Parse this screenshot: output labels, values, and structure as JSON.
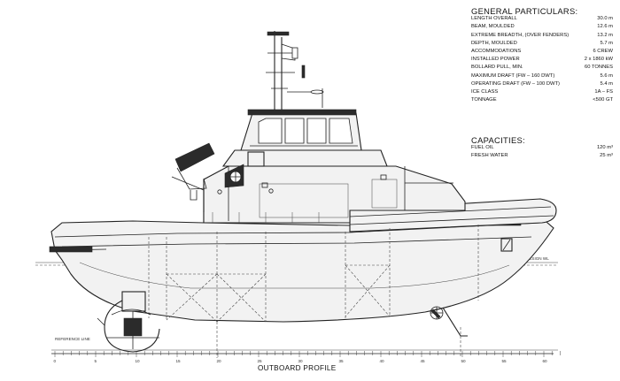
{
  "general": {
    "heading": "GENERAL PARTICULARS:",
    "rows": [
      {
        "label": "LENGTH OVERALL",
        "value": "30.0 m"
      },
      {
        "label": "BEAM, MOULDED",
        "value": "12.6 m"
      },
      {
        "label": "EXTREME BREADTH, (OVER FENDERS)",
        "value": "13.2 m"
      },
      {
        "label": "DEPTH, MOULDED",
        "value": "5.7 m"
      },
      {
        "label": "ACCOMMODATIONS",
        "value": "6 CREW"
      },
      {
        "label": "INSTALLED POWER",
        "value": "2 x 1860 kW"
      },
      {
        "label": "BOLLARD PULL, MIN.",
        "value": "60 TONNES"
      },
      {
        "label": "MAXIMUM DRAFT (FW – 160 DWT)",
        "value": "5.6 m"
      },
      {
        "label": "OPERATING DRAFT (FW – 100 DWT)",
        "value": "5.4 m"
      },
      {
        "label": "ICE CLASS",
        "value": "1A – FS"
      },
      {
        "label": "TONNAGE",
        "value": "<500 GT"
      }
    ]
  },
  "capacities": {
    "heading": "CAPACITIES:",
    "rows": [
      {
        "label": "FUEL OIL",
        "value": "120 m³"
      },
      {
        "label": "FRESH WATER",
        "value": "25 m³"
      }
    ]
  },
  "drawing": {
    "caption": "OUTBOARD PROFILE",
    "design_wl_label": "DESIGN WL",
    "reference_line_label": "REFERENCE LINE",
    "scale_ticks": [
      "0",
      "5",
      "10",
      "15",
      "20",
      "25",
      "30",
      "35",
      "40",
      "45",
      "50",
      "55",
      "60"
    ]
  }
}
